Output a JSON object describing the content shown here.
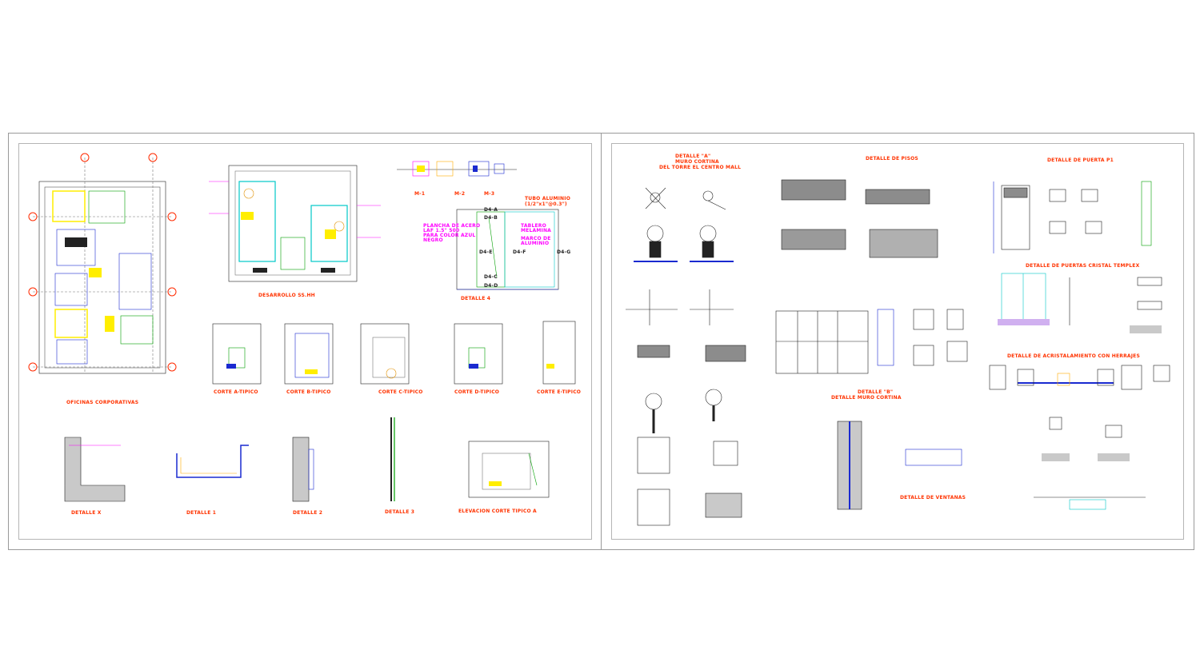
{
  "sheets": {
    "left": {
      "labels": {
        "plan_title": "OFICINAS CORPORATIVAS",
        "dev_title": "DESARROLLO SS.HH",
        "det4_title": "DETALLE 4",
        "corte_a": "CORTE A-TIPICO",
        "corte_b1": "CORTE B-TIPICO",
        "corte_c": "CORTE C-TIPICO",
        "corte_d": "CORTE D-TIPICO",
        "corte_e": "CORTE E-TIPICO",
        "det_x": "DETALLE X",
        "det_1": "DETALLE 1",
        "det_2": "DETALLE 2",
        "det_3": "DETALLE 3",
        "elev": "ELEVACION CORTE TIPICO A",
        "tubo": "TUBO ALUMINIO",
        "tubo_spec": "(1/2\"x1\"@0.3\")",
        "plancha1": "PLANCHA DE ACERO",
        "plancha2": "LAF 1.5\" 500",
        "plancha3": "PARA COLOR AZUL",
        "plancha4": "NEGRO",
        "tablero1": "TABLERO",
        "tablero2": "MELAMINA",
        "tablero3": "MARCO DE",
        "tablero4": "ALUMINIO",
        "d4a": "D4-A",
        "d4b": "D4-B",
        "d4c": "D4-C",
        "d4d": "D4-D",
        "d4e": "D4-E",
        "d4f": "D4-F",
        "d4g": "D4-G",
        "m1": "M-1",
        "m2": "M-2",
        "m3": "M-3"
      }
    },
    "right": {
      "labels": {
        "det_a": "DETALLE \"A\"",
        "det_a_sub1": "MURO CORTINA",
        "det_a_sub2": "DEL TORRE EL CENTRO MALL",
        "det_pisos": "DETALLE DE PISOS",
        "det_puerta": "DETALLE DE PUERTA P1",
        "det_puertas_cristal": "DETALLE DE PUERTAS CRISTAL TEMPLEX",
        "det_b": "DETALLE \"B\"",
        "det_muro": "DETALLE MURO CORTINA",
        "det_acristal": "DETALLE DE ACRISTALAMIENTO CON HERRAJES",
        "det_ventanas": "DETALLE DE VENTANAS"
      }
    }
  },
  "colors": {
    "red": "#ff2a00",
    "magenta": "#ff00ff",
    "yellow": "#ffee00",
    "cyan": "#00c8c8",
    "blue": "#1a2ad0",
    "green": "#00a000",
    "gray": "#8c8c8c"
  }
}
